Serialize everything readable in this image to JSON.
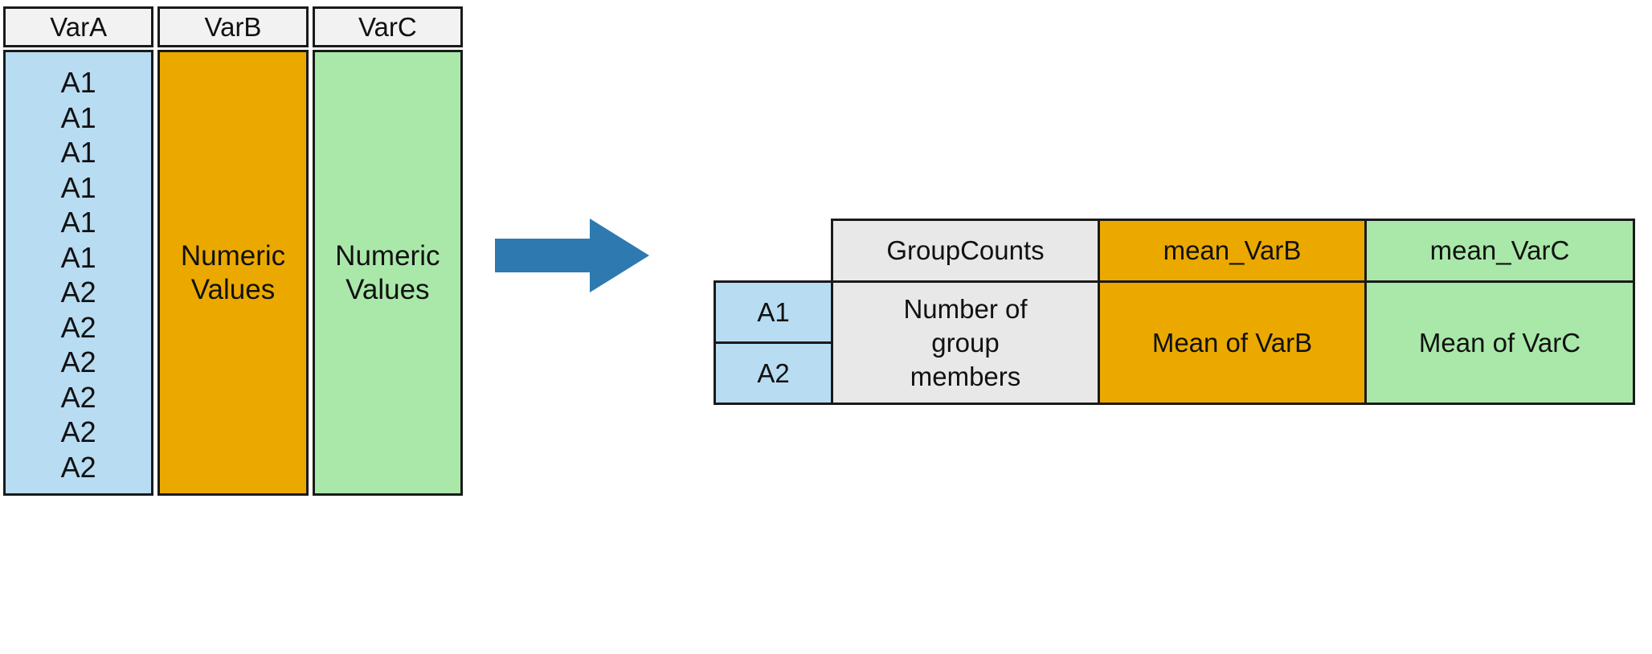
{
  "colors": {
    "group_blue": "#b8dcf2",
    "varb_orange": "#eba900",
    "varc_green": "#a9e8a9",
    "counts_gray": "#e8e8e8",
    "header_gray": "#f2f2f2",
    "arrow_blue": "#2e7ab0",
    "border": "#1a1a1a"
  },
  "input_table": {
    "headers": [
      "VarA",
      "VarB",
      "VarC"
    ],
    "vara_values": [
      "A1",
      "A1",
      "A1",
      "A1",
      "A1",
      "A1",
      "A2",
      "A2",
      "A2",
      "A2",
      "A2",
      "A2"
    ],
    "varb_placeholder": "Numeric\nValues",
    "varc_placeholder": "Numeric\nValues"
  },
  "arrow": {
    "name": "right-arrow",
    "direction": "right"
  },
  "output_table": {
    "corner_label": "",
    "headers": [
      "GroupCounts",
      "mean_VarB",
      "mean_VarC"
    ],
    "row_labels": [
      "A1",
      "A2"
    ],
    "cells": {
      "group_counts": "Number of\ngroup\nmembers",
      "mean_varb": "Mean of VarB",
      "mean_varc": "Mean of VarC"
    }
  }
}
